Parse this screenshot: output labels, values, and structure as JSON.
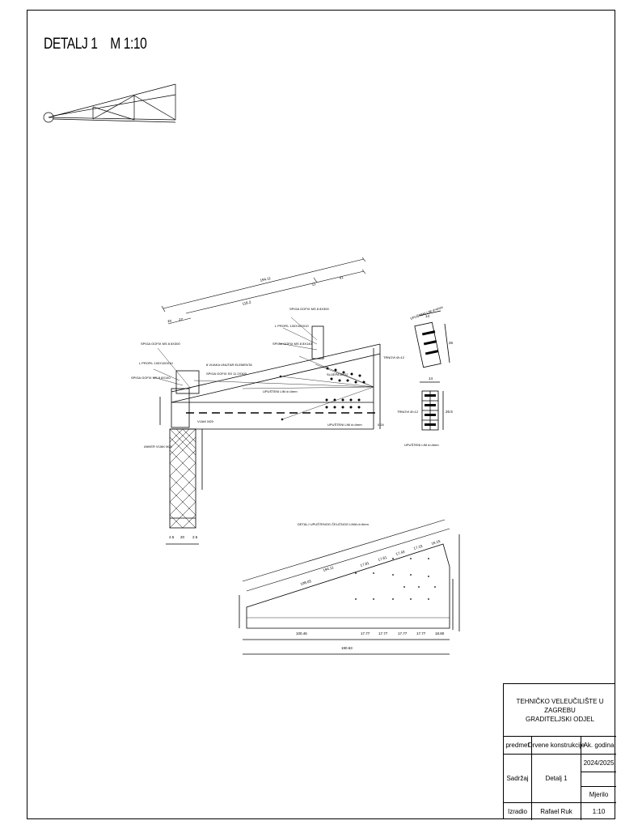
{
  "title": {
    "detail": "DETALJ 1",
    "scale": "M 1:10"
  },
  "dimensions": {
    "top_total": "194.11",
    "top_part1": "118.2",
    "top_part2": "11",
    "top_part3": "41",
    "left_small_1": "10",
    "left_small_2": "17",
    "right_box_width_1": "14",
    "right_box_width_2": "14",
    "right_box_height_1": "26",
    "right_box_height_2": "26.5",
    "column_base_1": "2.5",
    "column_base_2": "20",
    "column_base_3": "2.5",
    "bottom_top_total": "194.11",
    "bottom_top_1": "108.03",
    "bottom_top_2": "17.81",
    "bottom_top_3": "17.61",
    "bottom_top_4": "17.43",
    "bottom_top_5": "17.15",
    "bottom_top_6": "16.15",
    "bottom_row_1": "100.46",
    "bottom_row_2": "17.77",
    "bottom_row_3": "17.77",
    "bottom_row_4": "17.77",
    "bottom_row_5": "17.77",
    "bottom_row_6": "18.80",
    "bottom_total": "190.63",
    "right_small_1": "0.24"
  },
  "labels": {
    "spiga_top_right": "SPIGA GOFIX MS 8 8X300",
    "l_profil_right": "L PROFIL 100X100X10",
    "spiga_top_right_2": "SPIGA GOFIX MS 8 8X140",
    "spiga_top_left": "SPIGA GOFIX MS 8 8X300",
    "l_profil_left": "L PROFIL 100X100X10",
    "spiga_left_2": "SPIGA GOFIX MS 8 8X140",
    "vijak_note": "8 VIJAKA UNUTAR ELEMENTA",
    "vijak_note_2": "SPIGA GOFIX SS 11 2X300",
    "ulozeni_lim": "UPUŠTENI LIM d=4mm",
    "ulozeni_lim_2": "UPUŠTENI LIM d=4mm",
    "ulozeni_lim_top": "UPUŠTENI LIM d=4mm",
    "trnovi_top": "TRNOVI Ø=12",
    "trnovi_mid": "TRNOVI Ø=12",
    "ulozeni_lim_side": "UPUŠTENI LIM d=4mm",
    "slijepa": "SLIJEPA Ø=12",
    "vijak_m20": "VIJAK M20",
    "anker_m20": "ANKER VIJAK M20",
    "detail_label": "DETALJ UPUŠTENOG ČELIČNOG LIMA d=4mm"
  },
  "title_block": {
    "institution_1": "TEHNIČKO VELEUČILIŠTE U ZAGREBU",
    "institution_2": "GRADITELJSKI ODJEL",
    "predmet_label": "predmet",
    "predmet_value": "Drvene konstrukcije",
    "godina_label": "Ak. godina",
    "sadrzaj_label": "Sadržaj",
    "sadrzaj_value": "Detalj 1",
    "godina_value": "2024/2025",
    "mjerilo_label": "Mjerilo",
    "izradio_label": "Izradio",
    "izradio_value": "Rafael Ruk",
    "mjerilo_value": "1:10"
  }
}
